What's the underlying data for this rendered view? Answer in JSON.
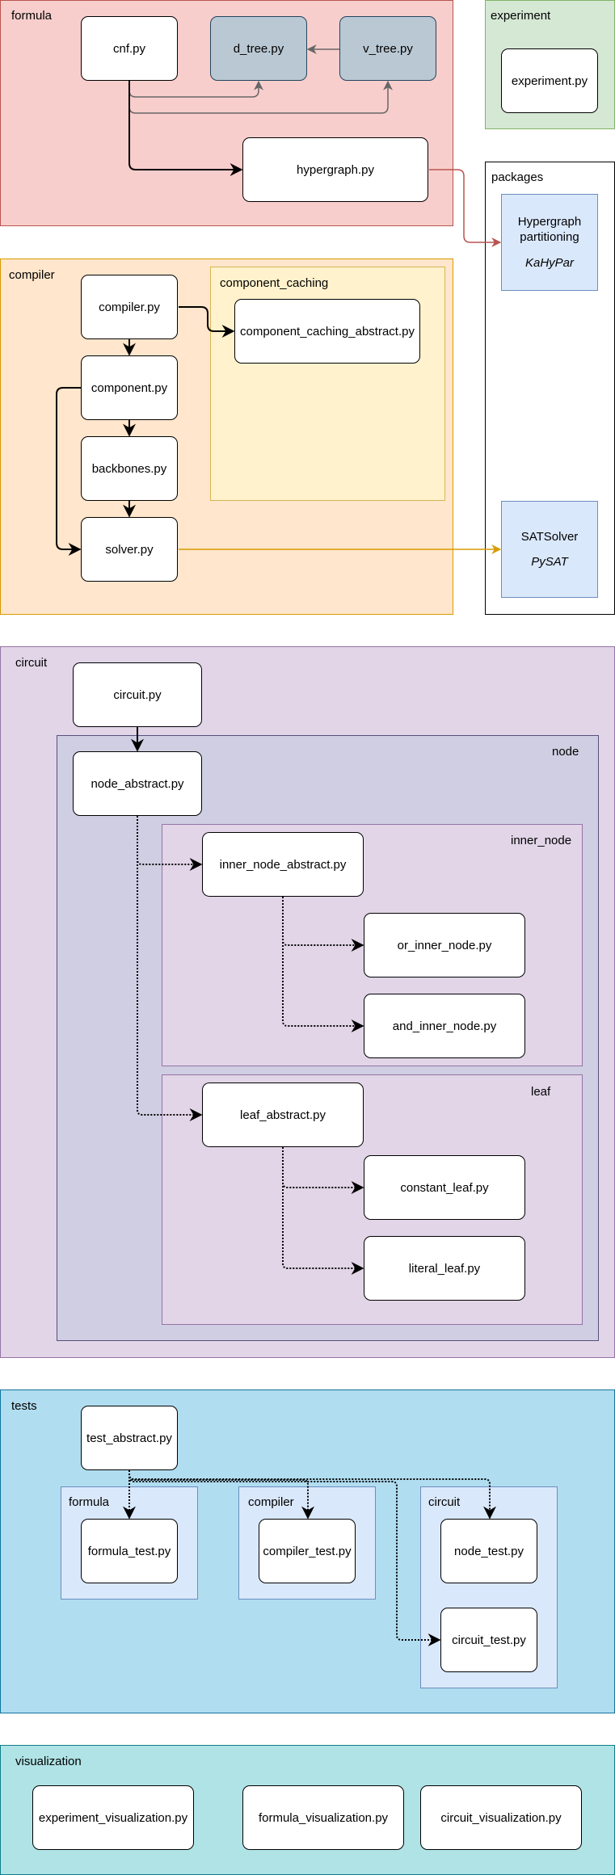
{
  "groups": {
    "formula": "formula",
    "experiment": "experiment",
    "packages": "packages",
    "compiler": "compiler",
    "component_caching": "component_caching",
    "circuit": "circuit",
    "node": "node",
    "inner_node": "inner_node",
    "leaf": "leaf",
    "tests": "tests",
    "tests_formula": "formula",
    "tests_compiler": "compiler",
    "tests_circuit": "circuit",
    "visualization": "visualization"
  },
  "nodes": {
    "cnf": "cnf.py",
    "d_tree": "d_tree.py",
    "v_tree": "v_tree.py",
    "hypergraph": "hypergraph.py",
    "experiment": "experiment.py",
    "compiler": "compiler.py",
    "component": "component.py",
    "backbones": "backbones.py",
    "solver": "solver.py",
    "component_caching_abstract": "component_caching_abstract.py",
    "circuit": "circuit.py",
    "node_abstract": "node_abstract.py",
    "inner_node_abstract": "inner_node_abstract.py",
    "or_inner_node": "or_inner_node.py",
    "and_inner_node": "and_inner_node.py",
    "leaf_abstract": "leaf_abstract.py",
    "constant_leaf": "constant_leaf.py",
    "literal_leaf": "literal_leaf.py",
    "test_abstract": "test_abstract.py",
    "formula_test": "formula_test.py",
    "compiler_test": "compiler_test.py",
    "node_test": "node_test.py",
    "circuit_test": "circuit_test.py",
    "experiment_visualization": "experiment_visualization.py",
    "formula_visualization": "formula_visualization.py",
    "circuit_visualization": "circuit_visualization.py"
  },
  "packages": {
    "hypergraph": {
      "title": "Hypergraph partitioning",
      "lib": "KaHyPar"
    },
    "satsolver": {
      "title": "SATSolver",
      "lib": "PySAT"
    }
  },
  "colors": {
    "formula_fill": "#f8cecc",
    "formula_stroke": "#b85450",
    "experiment_fill": "#d5e8d4",
    "experiment_stroke": "#82b366",
    "compiler_fill": "#ffe6cc",
    "compiler_stroke": "#d79b00",
    "caching_fill": "#fff2cc",
    "caching_stroke": "#d6b656",
    "circuit_fill": "#e1d5e7",
    "circuit_stroke": "#9673a6",
    "node_fill": "#d0cee2",
    "node_stroke": "#56517e",
    "tests_fill": "#b1ddf0",
    "tests_stroke": "#10739e",
    "subtests_fill": "#dae8fc",
    "subtests_stroke": "#6c8ebf",
    "visualization_fill": "#b0e3e6",
    "visualization_stroke": "#0e8088",
    "grey_arrow": "#666666",
    "red_arrow": "#b85450",
    "orange_arrow": "#d79b00"
  }
}
